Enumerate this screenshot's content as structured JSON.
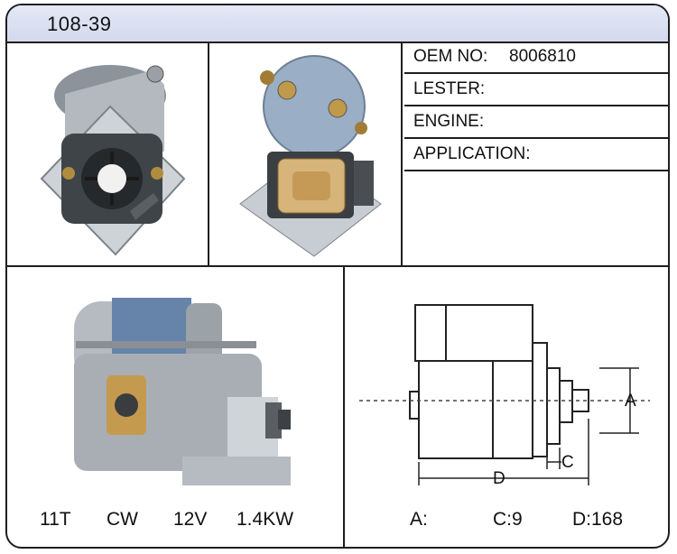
{
  "header": {
    "code": "108-39"
  },
  "specs": [
    {
      "label": "OEM NO:",
      "value": "8006810"
    },
    {
      "label": "LESTER:",
      "value": ""
    },
    {
      "label": "ENGINE:",
      "value": ""
    },
    {
      "label": "APPLICATION:",
      "value": ""
    }
  ],
  "motor_specs": {
    "teeth": "11T",
    "rotation": "CW",
    "voltage": "12V",
    "power": "1.4KW"
  },
  "dimensions": {
    "a_label": "A:",
    "c_label": "C:9",
    "d_label": "D:168",
    "drawing_a": "A",
    "drawing_c": "C",
    "drawing_d": "D"
  },
  "colors": {
    "header_bg": "#d8ddf0",
    "border": "#1e1e1e",
    "motor_blue": "#5f7fa6",
    "metal": "#a4aab0"
  }
}
